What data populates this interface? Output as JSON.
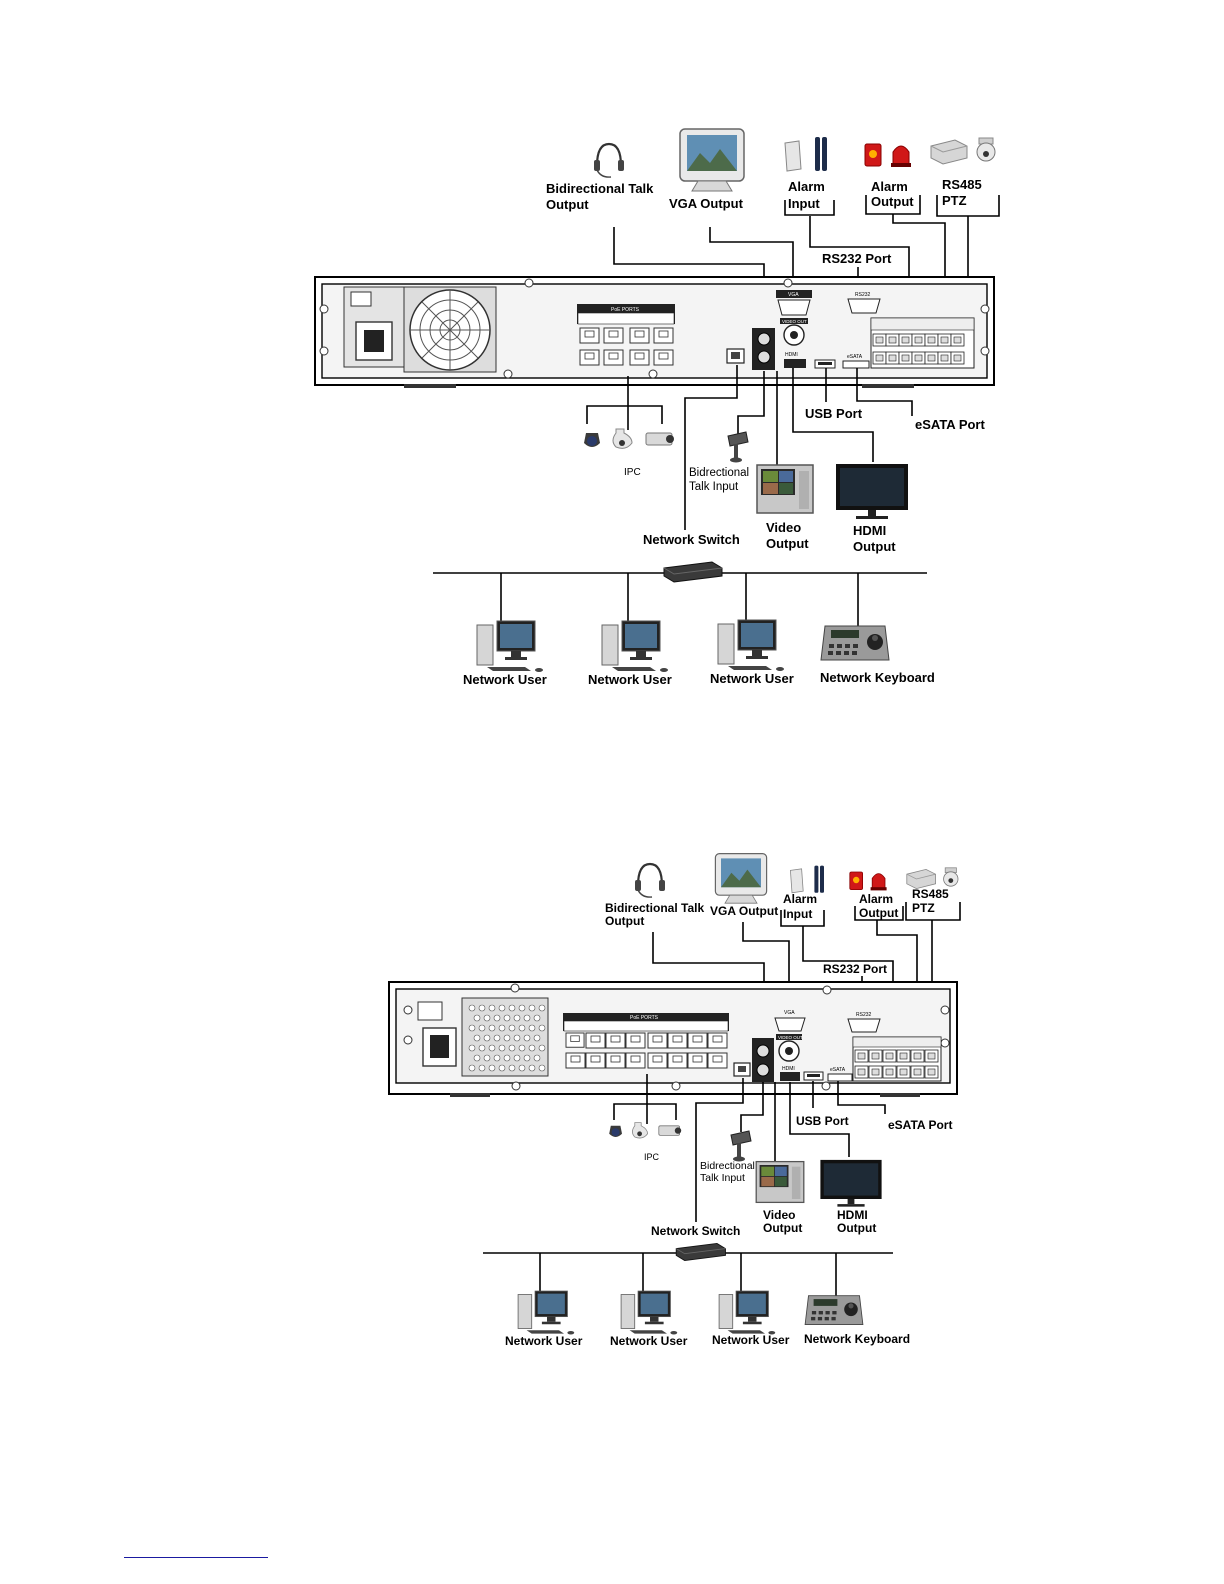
{
  "diagrams": [
    {
      "labels": {
        "bidirectional_talk_output_1": "Bidirectional Talk",
        "bidirectional_talk_output_2": "Output",
        "vga_output": "VGA Output",
        "alarm_input_1": "Alarm",
        "alarm_input_2": "Input",
        "alarm_output_1": "Alarm",
        "alarm_output_2": "Output",
        "rs485_ptz_1": "RS485",
        "rs485_ptz_2": "PTZ",
        "rs232_port": "RS232 Port",
        "usb_port": "USB Port",
        "esata_port": "eSATA Port",
        "ipc": "IPC",
        "bidirectional_talk_input_1": "Bidrectional",
        "bidirectional_talk_input_2": "Talk Input",
        "network_switch": "Network Switch",
        "video_output_1": "Video",
        "video_output_2": "Output",
        "hdmi_output_1": "HDMI",
        "hdmi_output_2": "Output",
        "network_user_1": "Network User",
        "network_user_2": "Network User",
        "network_user_3": "Network User",
        "network_keyboard": "Network Keyboard"
      },
      "panel_text": {
        "poe_ports": "PoE PORTS",
        "vga": "VGA",
        "video_out": "VIDEO OUT",
        "rs232": "RS232",
        "hdmi": "HDMI",
        "esata": "eSATA"
      }
    },
    {
      "labels": {
        "bidirectional_talk_output_1": "Bidirectional Talk",
        "bidirectional_talk_output_2": "Output",
        "vga_output": "VGA Output",
        "alarm_input_1": "Alarm",
        "alarm_input_2": "Input",
        "alarm_output_1": "Alarm",
        "alarm_output_2": "Output",
        "rs485_ptz_1": "RS485",
        "rs485_ptz_2": "PTZ",
        "rs232_port": "RS232 Port",
        "usb_port": "USB Port",
        "esata_port": "eSATA Port",
        "ipc": "IPC",
        "bidirectional_talk_input_1": "Bidrectional",
        "bidirectional_talk_input_2": "Talk Input",
        "network_switch": "Network Switch",
        "video_output_1": "Video",
        "video_output_2": "Output",
        "hdmi_output_1": "HDMI",
        "hdmi_output_2": "Output",
        "network_user_1": "Network User",
        "network_user_2": "Network User",
        "network_user_3": "Network User",
        "network_keyboard": "Network Keyboard"
      },
      "panel_text": {
        "poe_ports": "PoE PORTS",
        "vga": "VGA",
        "video_out": "VIDEO OUT",
        "rs232": "RS232",
        "hdmi": "HDMI",
        "esata": "eSATA"
      }
    }
  ],
  "colors": {
    "line": "#000000",
    "chassis_fill": "#f4f4f4",
    "monitor_screen": "#2f4f6f",
    "alarm_red": "#d01818",
    "footnote_rule": "#1a1aa0"
  }
}
